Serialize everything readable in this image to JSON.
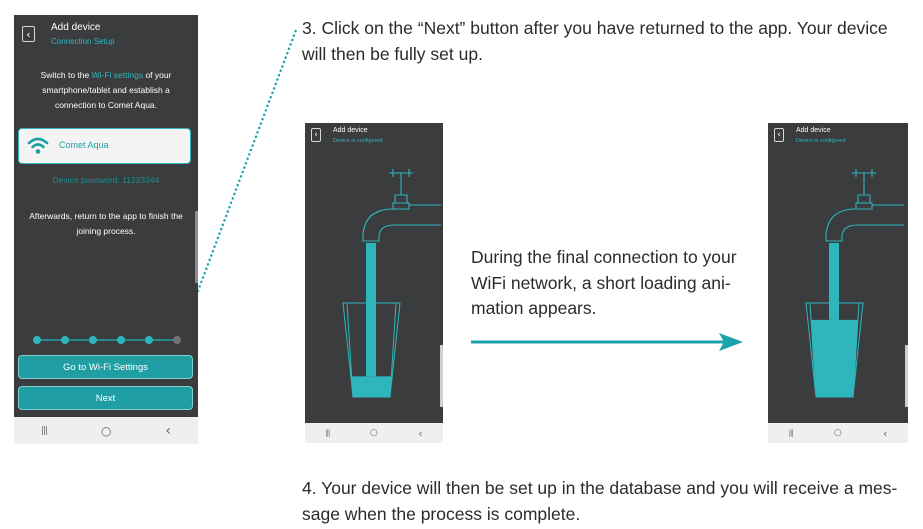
{
  "colors": {
    "teal": "#2fb6bd",
    "dark_screen": "#3a3c3e",
    "nav_bar": "#efefef",
    "arrow": "#1aa3aa"
  },
  "step3": {
    "text_line1": "3. Click on the “Next” button after you have returned to the app. Your device",
    "text_line2": "will then be fully set up."
  },
  "step4": {
    "text_line1": "4. Your device will then be set up in the database and you will receive a mes-",
    "text_line2": "sage when the process is complete."
  },
  "caption": {
    "line1": "During the final connection to your",
    "line2": "WiFi network, a short loading ani-",
    "line3": "mation appears."
  },
  "phone1": {
    "title": "Add device",
    "subtitle": "Connection Setup",
    "instruction": {
      "line1_pre": "Switch to the ",
      "line1_link": "Wi-Fi settings",
      "line1_post": " of your",
      "line2": "smartphone/tablet and establish a",
      "line3": "connection to Comet Aqua."
    },
    "network_name": "Comet Aqua",
    "password": "Device password: 11223344",
    "afterwards": {
      "line1": "Afterwards, return to the app to finish the",
      "line2": "joining process."
    },
    "progress": {
      "total_steps": 6,
      "completed_steps": 5
    },
    "wifi_button_label": "Go to Wi-Fi Settings",
    "next_button_label": "Next",
    "nav": {
      "recent": "|||",
      "home": "○",
      "back": "‹"
    }
  },
  "phone2": {
    "title": "Add device",
    "subtitle": "Device is configured",
    "glass_fill": 0.22,
    "nav": {
      "recent": "|||",
      "home": "○",
      "back": "‹"
    }
  },
  "phone3": {
    "title": "Add device",
    "subtitle": "Device is configured",
    "glass_fill": 0.82,
    "nav": {
      "recent": "|||",
      "home": "○",
      "back": "‹"
    }
  }
}
